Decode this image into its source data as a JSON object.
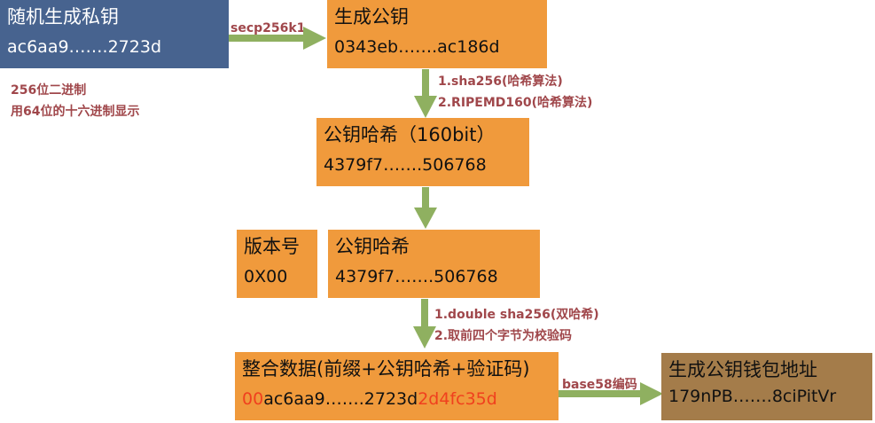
{
  "diagram": {
    "private_key": {
      "title": "随机生成私钥",
      "value": "ac6aa9…….2723d"
    },
    "private_key_note": [
      "256位二进制",
      "用64位的十六进制显示"
    ],
    "step1_label": "secp256k1",
    "public_key": {
      "title": "生成公钥",
      "value": "0343eb…….ac186d"
    },
    "step2_labels": [
      "1.sha256(哈希算法)",
      "2.RIPEMD160(哈希算法)"
    ],
    "pubkey_hash": {
      "title": "公钥哈希（160bit）",
      "value": "4379f7…….506768"
    },
    "version": {
      "title": "版本号",
      "value": "0X00"
    },
    "pubkey_hash2": {
      "title": "公钥哈希",
      "value": "4379f7…….506768"
    },
    "step4_labels": [
      "1.double sha256(双哈希)",
      "2.取前四个字节为校验码"
    ],
    "combined": {
      "title": "整合数据(前缀+公钥哈希+验证码)",
      "prefix": "00",
      "middle": "ac6aa9…….2723d",
      "checksum": "2d4fc35d"
    },
    "step5_label": "base58编码",
    "address": {
      "title": "生成公钥钱包地址",
      "value": "179nPB…….8ciPitVr"
    }
  },
  "colors": {
    "blue_box": "#47638f",
    "orange_box": "#f09a3c",
    "brown_box": "#a47c4a",
    "arrow": "#8fb060",
    "label_text": "#a0474b",
    "highlight": "#f0401e"
  }
}
